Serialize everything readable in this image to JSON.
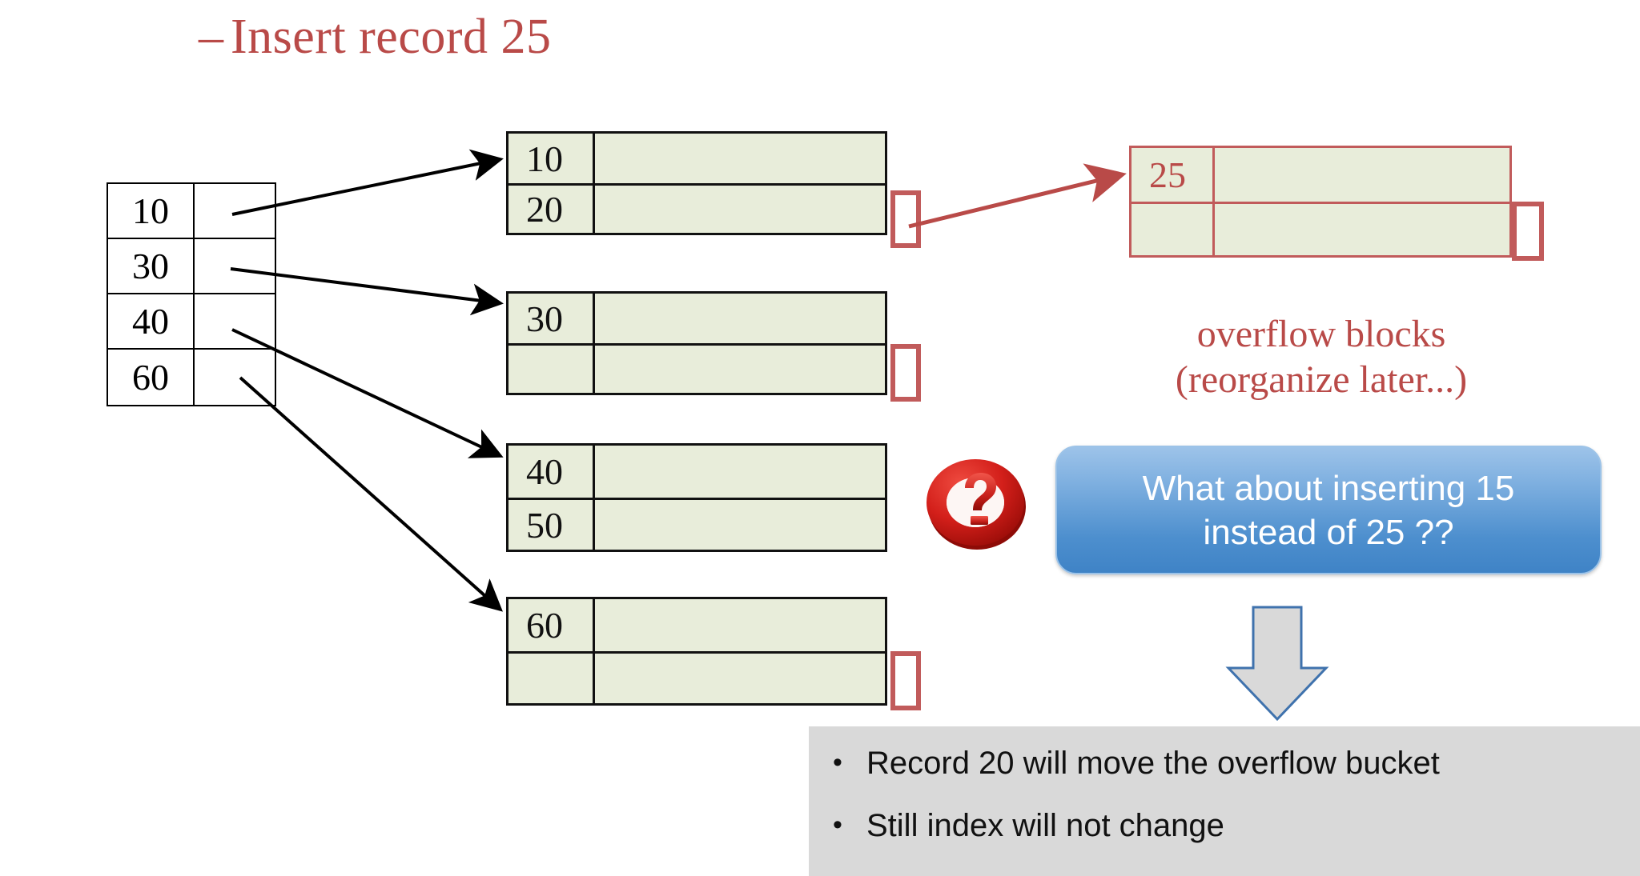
{
  "slide": {
    "title_dash": "–",
    "title": "Insert record 25"
  },
  "index_table": {
    "name": "sparse-index",
    "rows": [
      {
        "key": "10",
        "pointer": ""
      },
      {
        "key": "30",
        "pointer": ""
      },
      {
        "key": "40",
        "pointer": ""
      },
      {
        "key": "60",
        "pointer": ""
      }
    ]
  },
  "data_blocks": [
    {
      "id": "block-1",
      "color": "green",
      "rows": [
        {
          "key": "10",
          "data": ""
        },
        {
          "key": "20",
          "data": ""
        }
      ],
      "has_pointer_tab": true
    },
    {
      "id": "block-2",
      "color": "green",
      "rows": [
        {
          "key": "30",
          "data": ""
        },
        {
          "key": "",
          "data": ""
        }
      ],
      "has_pointer_tab": true
    },
    {
      "id": "block-3",
      "color": "green",
      "rows": [
        {
          "key": "40",
          "data": ""
        },
        {
          "key": "50",
          "data": ""
        }
      ],
      "has_pointer_tab": false
    },
    {
      "id": "block-4",
      "color": "green",
      "rows": [
        {
          "key": "60",
          "data": ""
        },
        {
          "key": "",
          "data": ""
        }
      ],
      "has_pointer_tab": true
    }
  ],
  "overflow_block": {
    "id": "overflow-block",
    "color": "red",
    "rows": [
      {
        "key": "25",
        "data": ""
      },
      {
        "key": "",
        "data": ""
      }
    ],
    "has_pointer_tab": true,
    "caption_line1": "overflow blocks",
    "caption_line2": "(reorganize later...)"
  },
  "callout": {
    "line1": "What about inserting 15",
    "line2": "instead of 25 ??",
    "icon": "question-mark-icon"
  },
  "down_arrow": {
    "icon": "down-arrow-icon"
  },
  "notes": {
    "bullet_glyph": "•",
    "items": [
      "Record 20 will move the overflow bucket",
      "Still index will not change"
    ]
  },
  "colors": {
    "accent_red": "#b94a48",
    "block_fill": "#e8edda",
    "block_border": "#111111",
    "overflow_border": "#c15b5b",
    "callout_blue_top": "#9dc3e9",
    "callout_blue_bottom": "#3f83c6",
    "notes_bg": "#d9d9d9",
    "arrow_outline_blue": "#3f72ad",
    "arrow_fill_gray": "#d9d9d9"
  }
}
